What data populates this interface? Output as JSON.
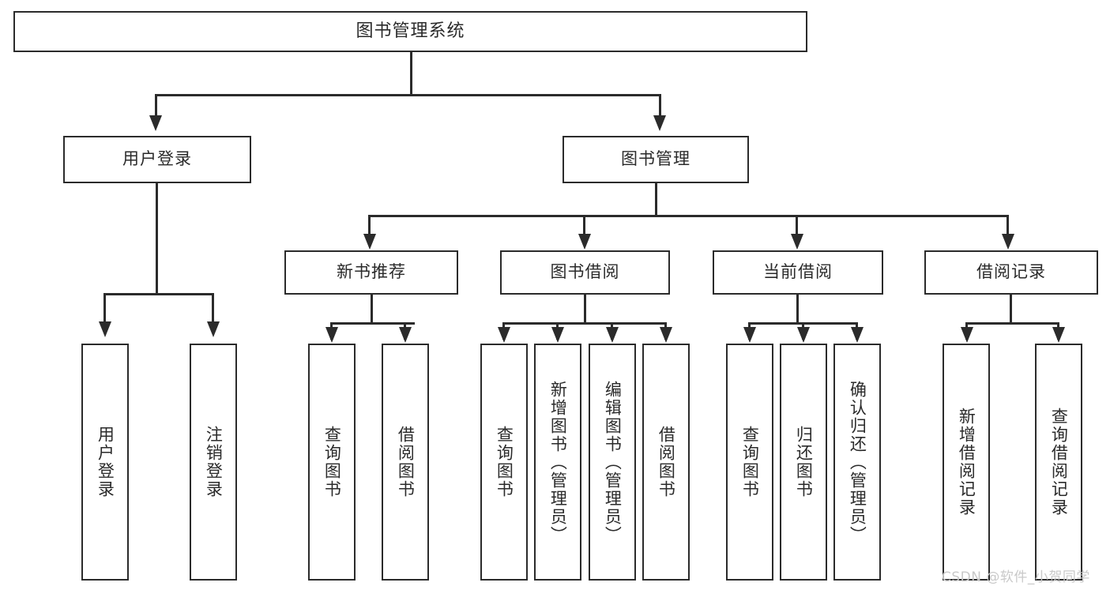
{
  "diagram": {
    "type": "tree-hierarchy-functional-decomposition",
    "title": "图书管理系统",
    "root": {
      "label": "图书管理系统"
    },
    "level1": [
      {
        "label": "用户登录"
      },
      {
        "label": "图书管理"
      }
    ],
    "level2": [
      {
        "label": "新书推荐"
      },
      {
        "label": "图书借阅"
      },
      {
        "label": "当前借阅"
      },
      {
        "label": "借阅记录"
      }
    ],
    "leaves": {
      "user_login": [
        {
          "label": "用户登录"
        },
        {
          "label": "注销登录"
        }
      ],
      "new_book_recommend": [
        {
          "label": "查询图书"
        },
        {
          "label": "借阅图书"
        }
      ],
      "book_borrow": [
        {
          "label": "查询图书"
        },
        {
          "label": "新增图书（管理员）"
        },
        {
          "label": "编辑图书（管理员）"
        },
        {
          "label": "借阅图书"
        }
      ],
      "current_borrow": [
        {
          "label": "查询图书"
        },
        {
          "label": "归还图书"
        },
        {
          "label": "确认归还（管理员）"
        }
      ],
      "borrow_record": [
        {
          "label": "新增借阅记录"
        },
        {
          "label": "查询借阅记录"
        }
      ]
    }
  },
  "watermark": {
    "text": "CSDN @软件_小贺同学"
  },
  "colors": {
    "stroke": "#2b2b2b",
    "text": "#2a2a2a",
    "background": "#ffffff",
    "watermark": "#c9c9c9"
  }
}
